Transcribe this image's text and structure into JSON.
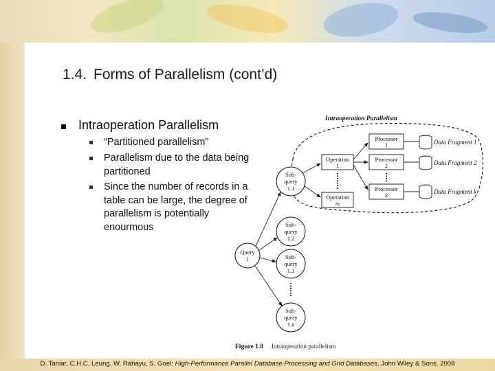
{
  "slide": {
    "title_number": "1.4.",
    "title_text": "Forms of Parallelism (cont’d)",
    "bullet_heading": "Intraoperation Parallelism",
    "sub_bullets": [
      "“Partitioned parallelism”",
      "Parallelism due to the data being partitioned",
      "Since the number of records in a table can be large, the degree of parallelism is potentially enourmous"
    ]
  },
  "diagram": {
    "heading": "Intraoperation Parallelism",
    "query": [
      "Query",
      "1"
    ],
    "subqueries": [
      [
        "Sub-",
        "query",
        "1.1"
      ],
      [
        "Sub-",
        "query",
        "1.2"
      ],
      [
        "Sub-",
        "query",
        "1.3"
      ],
      [
        "Sub-",
        "query",
        "1.n"
      ]
    ],
    "operations": [
      [
        "Operation",
        "1"
      ],
      [
        "Operation",
        "m"
      ]
    ],
    "processors": [
      [
        "Processor",
        "1"
      ],
      [
        "Processor",
        "2"
      ],
      [
        "Processor",
        "k"
      ]
    ],
    "fragments": [
      "Data Fragment 1",
      "Data Fragment 2",
      "Data Fragment k"
    ],
    "caption_label": "Figure 1.8",
    "caption_text": "Intraoperation parallelism"
  },
  "footer": {
    "authors": "D. Taniar, C.H.C. Leung, W. Rahayu, S. Goel:",
    "book_title": "High-Performance Parallel Database Processing and Grid Databases",
    "publisher": ", John Wiley & Sons, 2008"
  },
  "colors": {
    "text": "#111111",
    "footer_band": "#f3e4b5",
    "left_band": "#e2d1a6"
  }
}
